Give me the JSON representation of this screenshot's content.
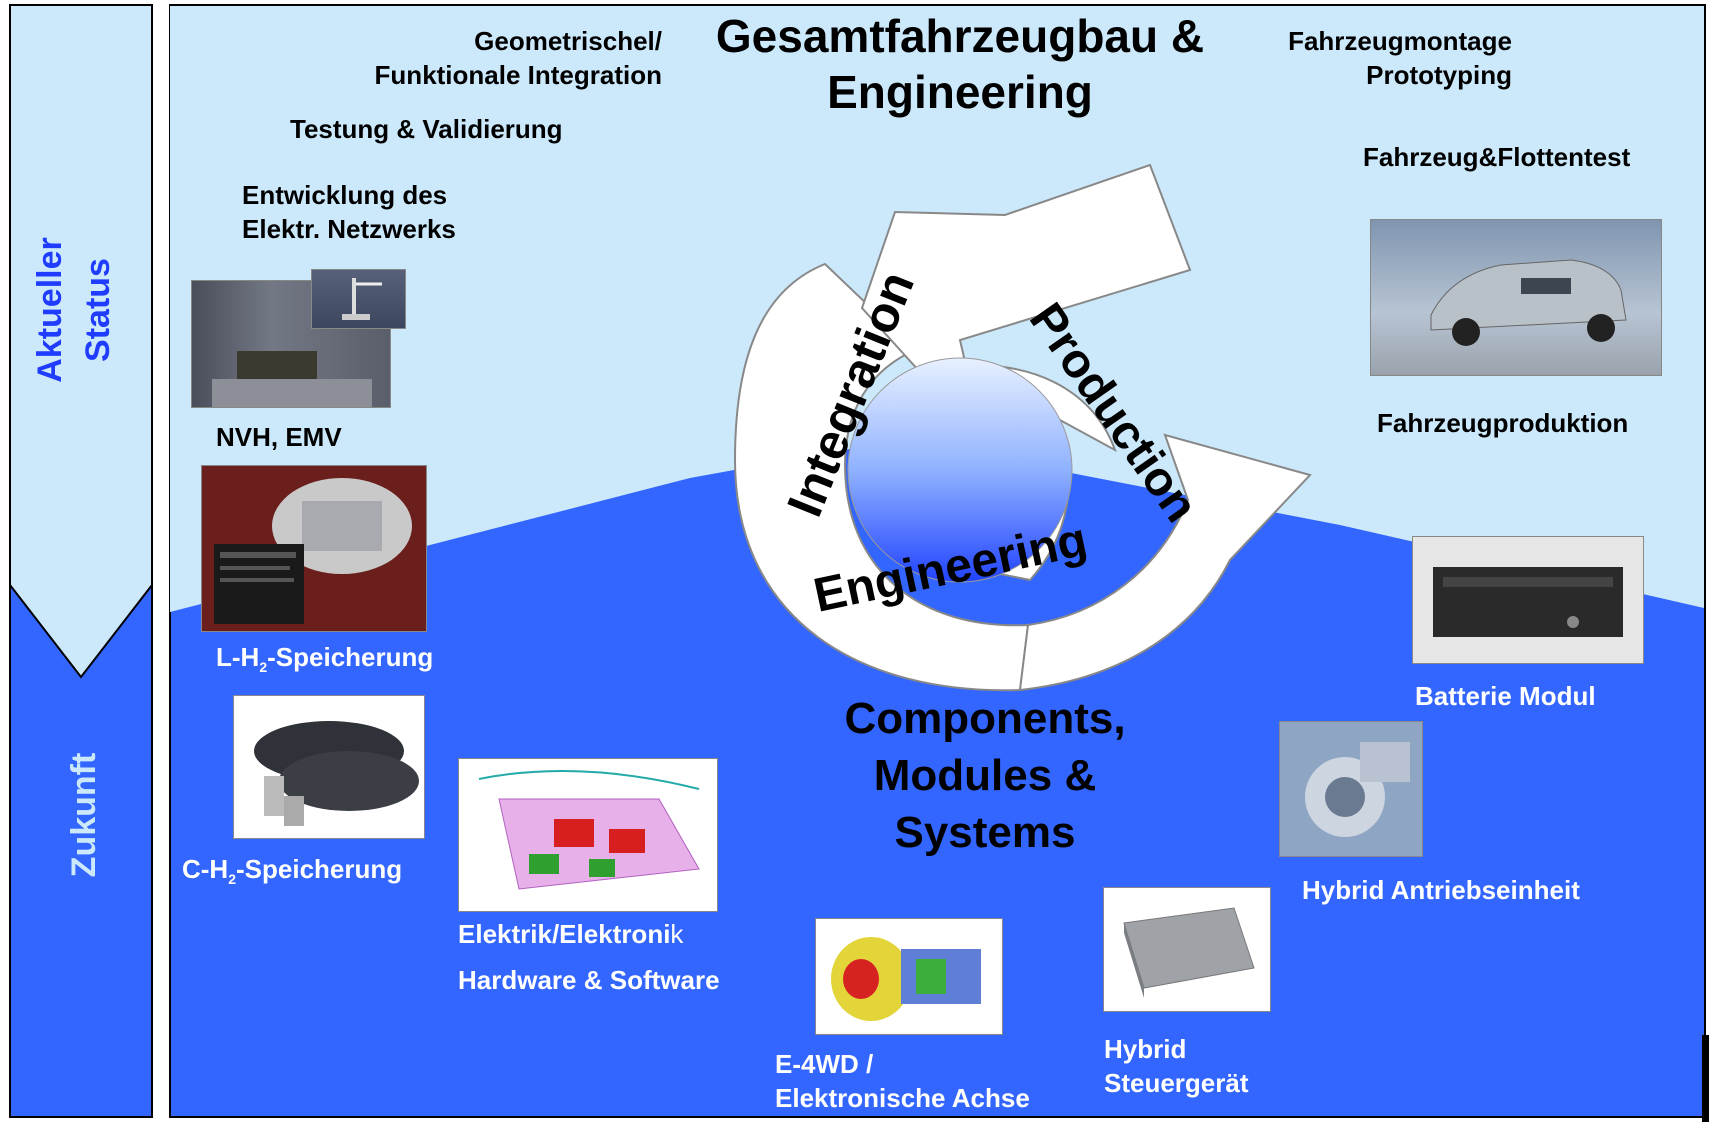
{
  "side": {
    "current": {
      "line1": "Aktueller",
      "line2": "Status"
    },
    "future": "Zukunft"
  },
  "title": {
    "line1": "Gesamtfahrzeugbau &",
    "line2": "Engineering"
  },
  "top_labels": {
    "geometric_1": "Geometrischel/",
    "geometric_2": "Funktionale Integration",
    "testing": "Testung & Validierung",
    "network_1": "Entwicklung des",
    "network_2": "Elektr. Netzwerks",
    "assembly_1": "Fahrzeugmontage",
    "assembly_2": "Prototyping",
    "fleet": "Fahrzeug&Flottentest",
    "production": "Fahrzeugproduktion",
    "nvh": "NVH, EMV"
  },
  "cycle": {
    "integration": "Integration",
    "production": "Production",
    "engineering": "Engineering"
  },
  "components": {
    "line1": "Components,",
    "line2": "Modules &",
    "line3": "Systems"
  },
  "bottom_labels": {
    "lh2_a": "L-H",
    "lh2_sub": "2",
    "lh2_b": "-Speicherung",
    "ch2_a": "C-H",
    "ch2_sub": "2",
    "ch2_b": "-Speicherung",
    "elek_1": "Elektrik/Elektroni",
    "elek_1b": "k",
    "elek_2": "Hardware & Software",
    "e4wd_1": "E-4WD /",
    "e4wd_2": "Elektronische Achse",
    "hybrid_ctrl_1": "Hybrid",
    "hybrid_ctrl_2": "Steuergerät",
    "hybrid_drive": "Hybrid Antriebseinheit",
    "battery": "Batterie Modul"
  },
  "colors": {
    "light_blue": "#cce9fb",
    "dark_blue": "#3366ff",
    "accent_text": "#1f3cff"
  }
}
